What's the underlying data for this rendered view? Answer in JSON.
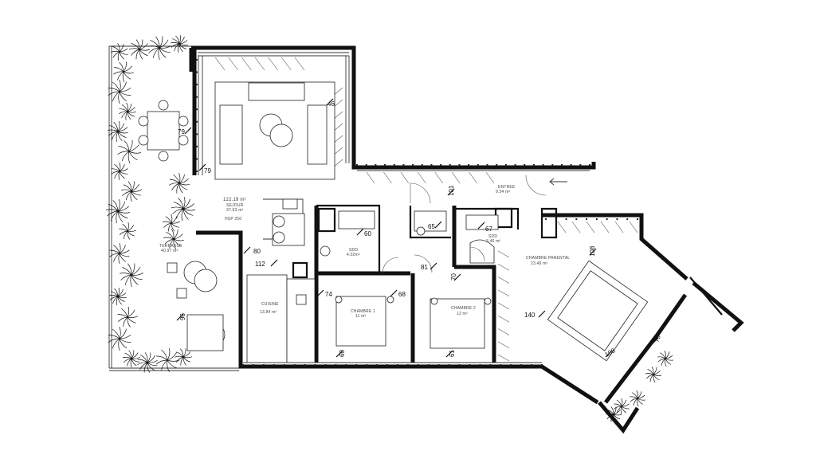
{
  "rooms": {
    "sejour": {
      "area_total": "122.19 m²",
      "name": "SEJOUR",
      "area": "37.63 m²",
      "note": "HSP 250"
    },
    "terrasse": {
      "name": "TERRASSE",
      "area": "40.97 m²"
    },
    "cuisine": {
      "name": "CUISINE",
      "area": "13.84 m²"
    },
    "sdd1": {
      "name": "SDD",
      "area": "4.02m²"
    },
    "chambre1": {
      "name": "CHAMBRE 1",
      "area": "11 m²"
    },
    "chambre2": {
      "name": "CHAMBRE 2",
      "area": "12 m²"
    },
    "sdd2": {
      "name": "SDD",
      "area": "3.46 m²"
    },
    "parental": {
      "name": "CHAMBRE PARENTAL",
      "area": "23.49 m²"
    },
    "entree": {
      "name": "ENTREE",
      "area": "9.54 m²"
    }
  },
  "dimensions": [
    "46",
    "79",
    "79",
    "101",
    "65",
    "67",
    "60",
    "80",
    "112",
    "81",
    "70",
    "74",
    "68",
    "108",
    "140",
    "108",
    "79",
    "96",
    "60",
    "61"
  ]
}
